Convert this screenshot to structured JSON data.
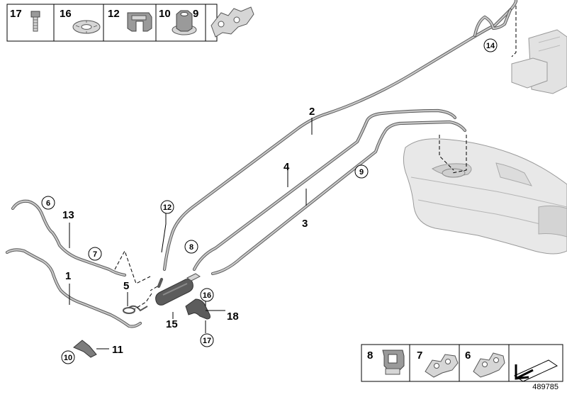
{
  "diagram_id": "489785",
  "legend_top": [
    "17",
    "16",
    "12",
    "10",
    "9"
  ],
  "legend_bottom": [
    "8",
    "7",
    "6"
  ],
  "callouts": {
    "c1": "1",
    "c2": "2",
    "c3": "3",
    "c4": "4",
    "c5": "5",
    "c6": "6",
    "c7": "7",
    "c8": "8",
    "c9": "9",
    "c10": "10",
    "c11": "11",
    "c12": "12",
    "c13": "13",
    "c14": "14",
    "c15": "15",
    "c16": "16",
    "c17": "17",
    "c18": "18"
  },
  "icons": {
    "bolt": "bolt-icon",
    "washer": "washer-icon",
    "clip": "clip-icon",
    "nut": "nut-icon",
    "holder": "pipe-holder-icon",
    "arrow": "arrow-icon"
  }
}
